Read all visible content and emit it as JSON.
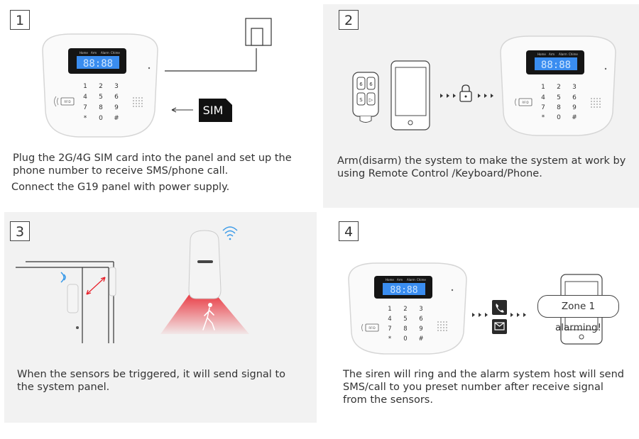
{
  "steps": [
    {
      "number": "1",
      "lines": [
        "Plug the 2G/4G SIM card into the panel and set up the",
        "phone number to receive SMS/phone call.",
        "Connect the G19 panel with power supply."
      ]
    },
    {
      "number": "2",
      "lines": [
        "Arm(disarm) the system to make the system at work by",
        "using Remote Control /Keyboard/Phone."
      ]
    },
    {
      "number": "3",
      "lines": [
        "When the sensors be triggered, it will send signal to",
        "the system panel."
      ]
    },
    {
      "number": "4",
      "lines": [
        "The siren will ring and the alarm system host will send",
        "SMS/call to you preset number after receive signal",
        "from the sensors."
      ]
    }
  ],
  "sim_label": "SIM",
  "lcd_display": "88:88",
  "lcd_header": [
    "Home",
    "Arm",
    "Alarm",
    "Chime"
  ],
  "keypad": [
    "1",
    "2",
    "3",
    "4",
    "5",
    "6",
    "7",
    "8",
    "9",
    "*",
    "0",
    "#"
  ],
  "rfid_label": "RFID",
  "alarm_message": "Zone 1 alarming!",
  "colors": {
    "lcd": "#3a8df0",
    "sim_tag": "#111111",
    "pir_beam": "#e8202a",
    "quad_bg": "#f2f2f2"
  },
  "icons": [
    "sim-card-icon",
    "power-adapter-icon",
    "lock-icon",
    "wifi-signal-icon",
    "phone-call-icon",
    "envelope-icon",
    "walking-person-icon"
  ]
}
